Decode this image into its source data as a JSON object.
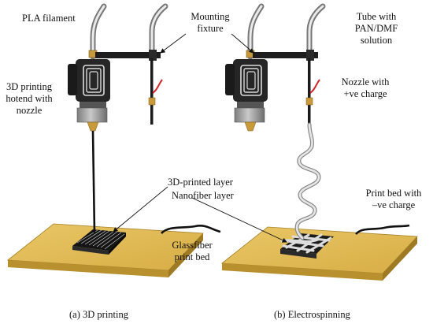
{
  "labels": {
    "pla_filament": "PLA filament",
    "mounting_fixture_1": "Mounting",
    "mounting_fixture_2": "fixture",
    "hotend_1": "3D printing",
    "hotend_2": "hotend with",
    "hotend_3": "nozzle",
    "tube_1": "Tube with",
    "tube_2": "PAN/DMF",
    "tube_3": "solution",
    "nozzle_charge_1": "Nozzle with",
    "nozzle_charge_2": "+ve charge",
    "printed_layer": "3D-printed layer",
    "nanofiber_layer": "Nanofiber layer",
    "print_bed_charge_1": "Print bed with",
    "print_bed_charge_2": "–ve charge",
    "glassfiber_1": "Glassfiber",
    "glassfiber_2": "print bed"
  },
  "captions": {
    "a": "(a) 3D printing",
    "b": "(b) Electrospinning"
  },
  "colors": {
    "bed_top": "#e2bd55",
    "bed_side": "#b8902e",
    "hotend_body": "#2a2a2a",
    "heater_block": "#9a9a9a",
    "brass": "#c99a3a",
    "fixture_bar": "#1e1e1e",
    "fiber": "#d4d4d4",
    "wire_red": "#d0262a"
  }
}
